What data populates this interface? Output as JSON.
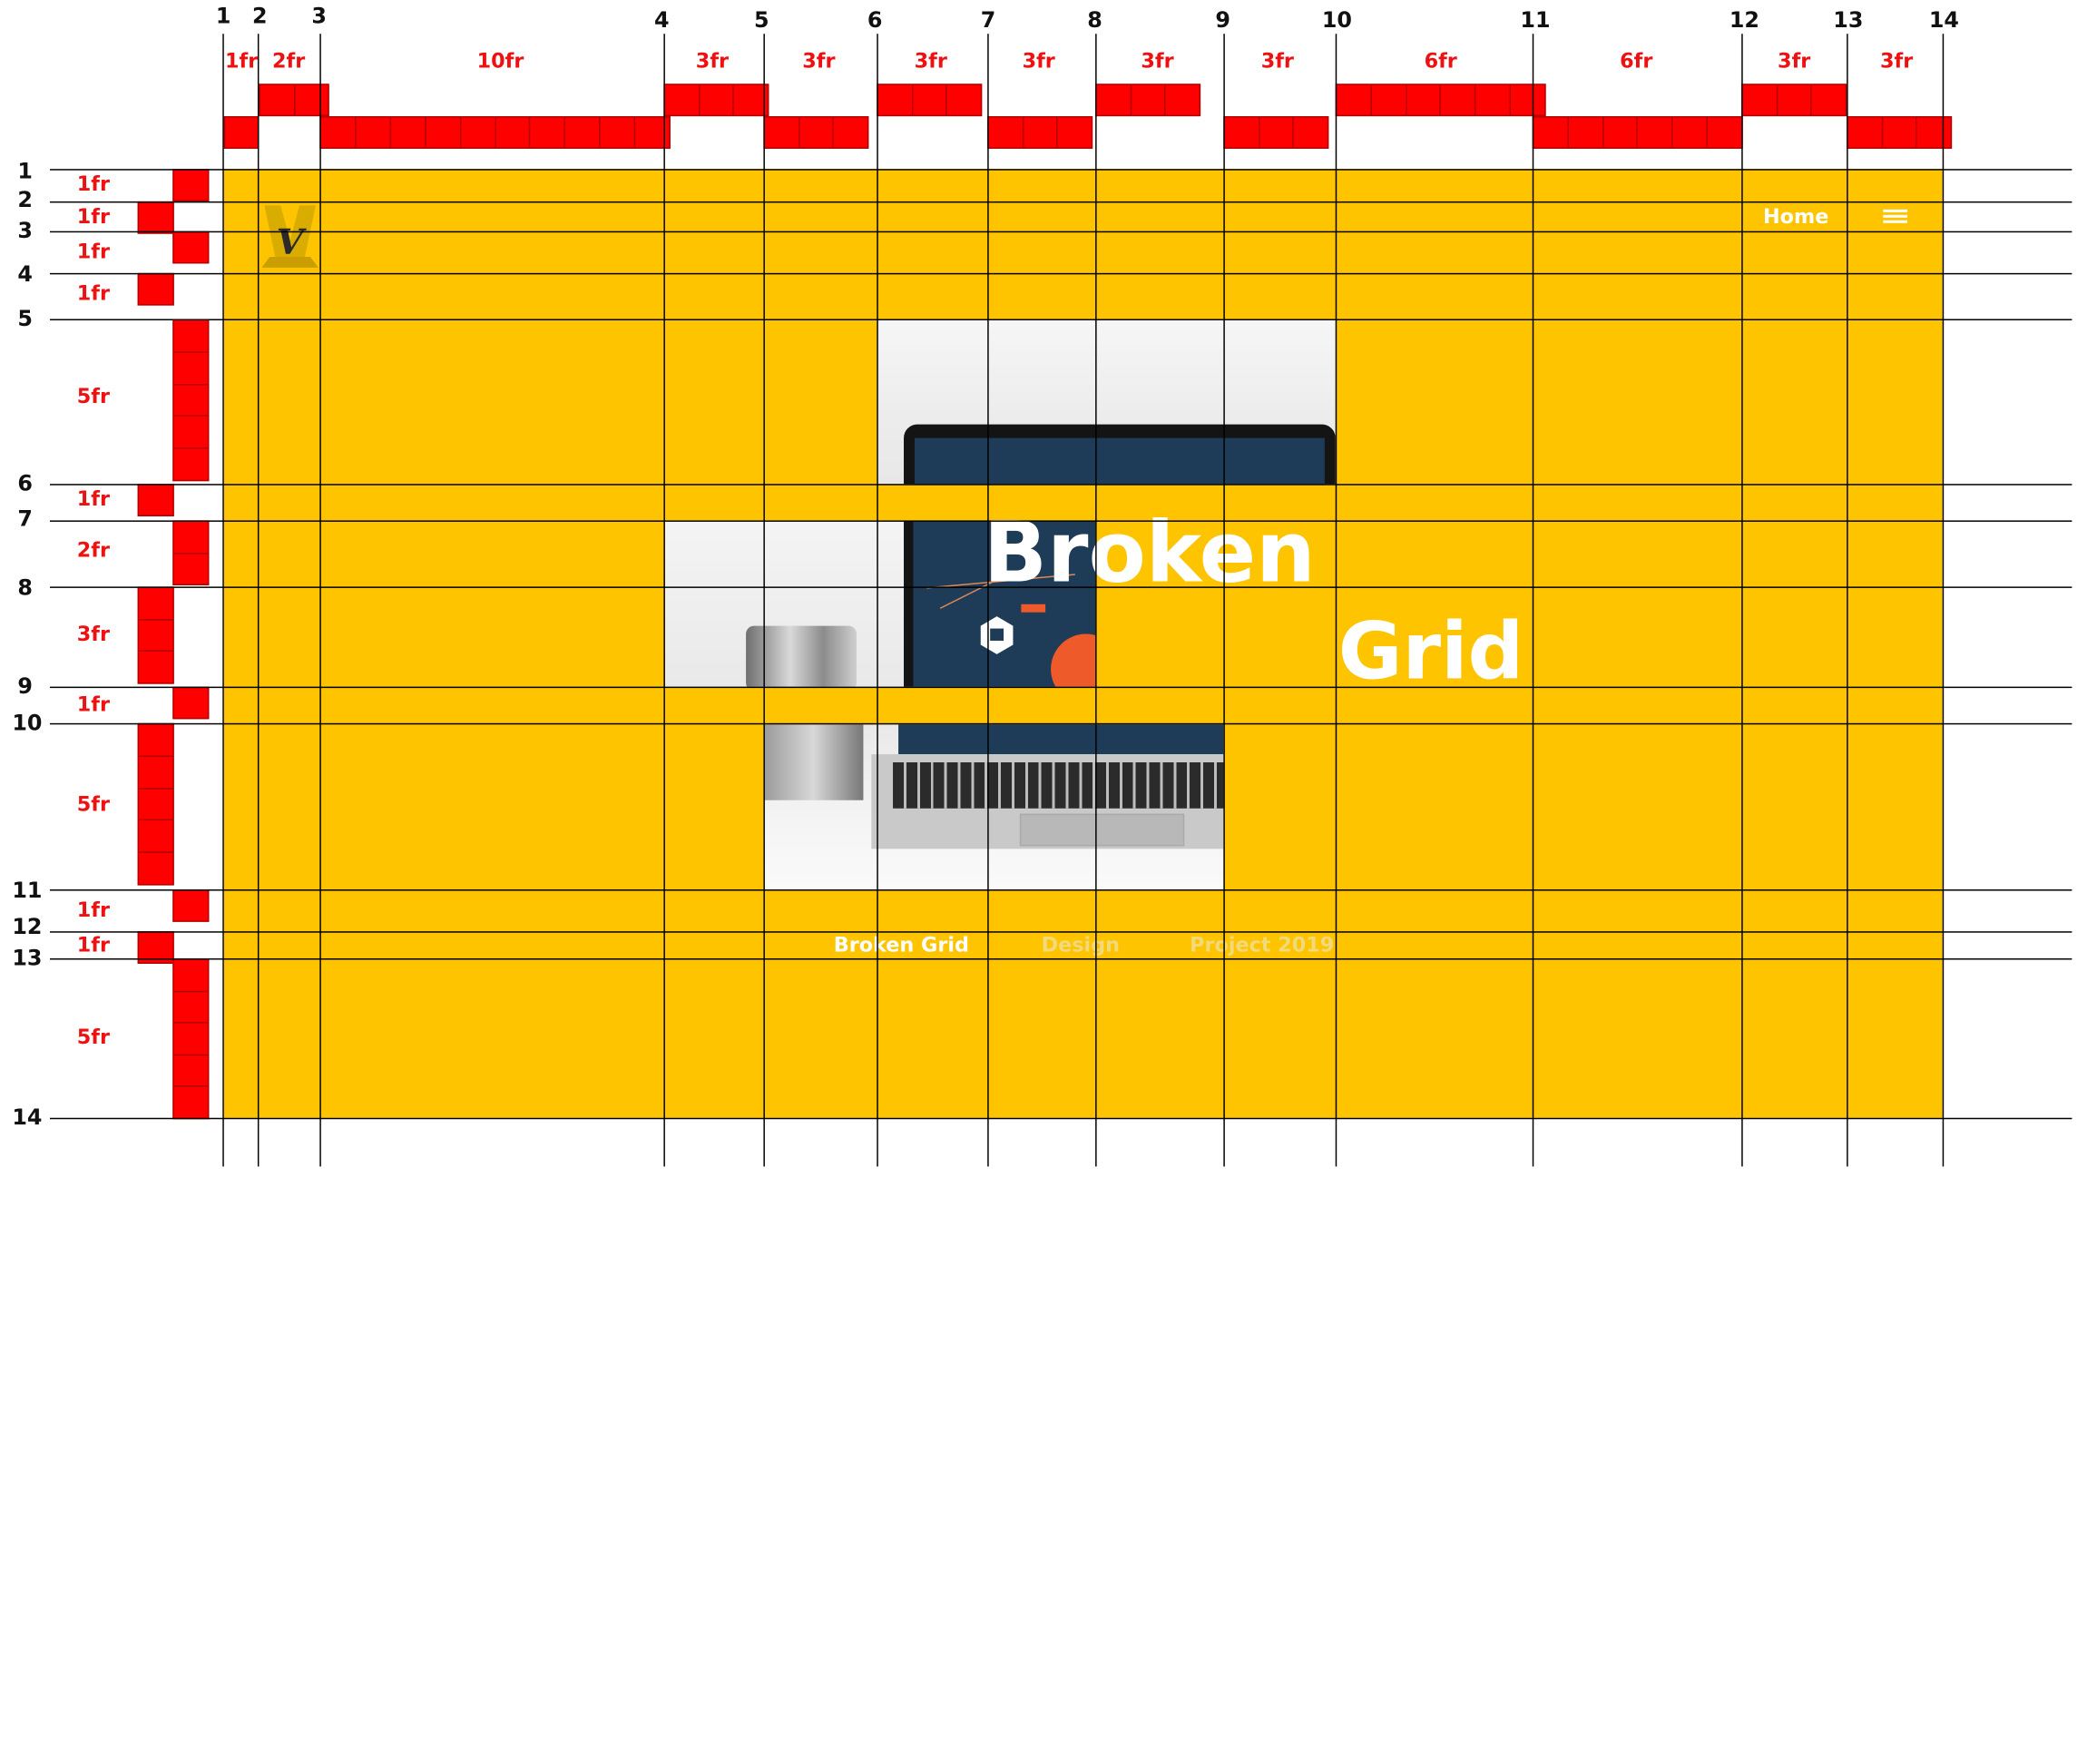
{
  "nav": {
    "home_label": "Home",
    "menu_icon": "hamburger-icon"
  },
  "logo": {
    "letter": "V",
    "icon": "v-logo-icon"
  },
  "hero": {
    "title_word_1": "Broken",
    "title_word_2": "Grid"
  },
  "footer": {
    "items": [
      "Broken Grid",
      "Design",
      "Project 2019"
    ]
  },
  "grid": {
    "columns": [
      {
        "line": "1"
      },
      {
        "line": "2"
      },
      {
        "line": "3"
      },
      {
        "line": "4"
      },
      {
        "line": "5"
      },
      {
        "line": "6"
      },
      {
        "line": "7"
      },
      {
        "line": "8"
      },
      {
        "line": "9"
      },
      {
        "line": "10"
      },
      {
        "line": "11"
      },
      {
        "line": "12"
      },
      {
        "line": "13"
      },
      {
        "line": "14"
      }
    ],
    "column_tracks": [
      "1fr",
      "2fr",
      "10fr",
      "3fr",
      "3fr",
      "3fr",
      "3fr",
      "3fr",
      "3fr",
      "6fr",
      "6fr",
      "3fr",
      "3fr"
    ],
    "rows": [
      {
        "line": "1"
      },
      {
        "line": "2"
      },
      {
        "line": "3"
      },
      {
        "line": "4"
      },
      {
        "line": "5"
      },
      {
        "line": "6"
      },
      {
        "line": "7"
      },
      {
        "line": "8"
      },
      {
        "line": "9"
      },
      {
        "line": "10"
      },
      {
        "line": "11"
      },
      {
        "line": "12"
      },
      {
        "line": "13"
      },
      {
        "line": "14"
      }
    ],
    "row_tracks": [
      "1fr",
      "1fr",
      "1fr",
      "1fr",
      "5fr",
      "1fr",
      "2fr",
      "3fr",
      "1fr",
      "5fr",
      "1fr",
      "1fr",
      "5fr"
    ]
  },
  "colors": {
    "background": "#fec400",
    "track_block": "#ff0000",
    "track_label": "#ee1111",
    "grid_line": "#000000",
    "footer_primary": "#ffffff",
    "footer_muted": "#f2d97a"
  }
}
